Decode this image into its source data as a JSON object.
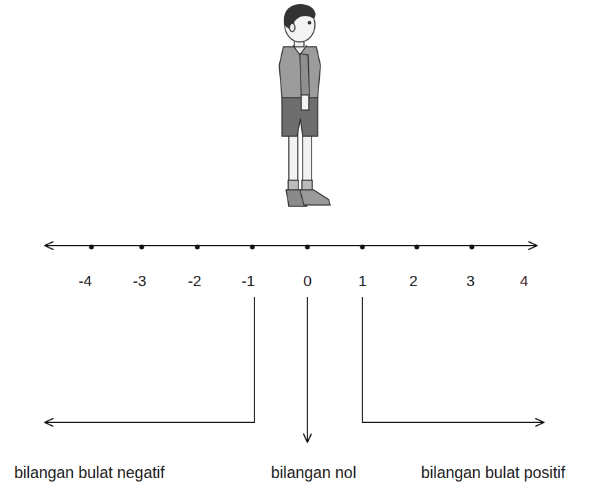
{
  "diagram": {
    "labels": [
      "-4",
      "-3",
      "-2",
      "-1",
      "0",
      "1",
      "2",
      "3",
      "4",
      "bilangan bulat negatif",
      "bilangan nol",
      "bilangan bulat positif"
    ]
  }
}
